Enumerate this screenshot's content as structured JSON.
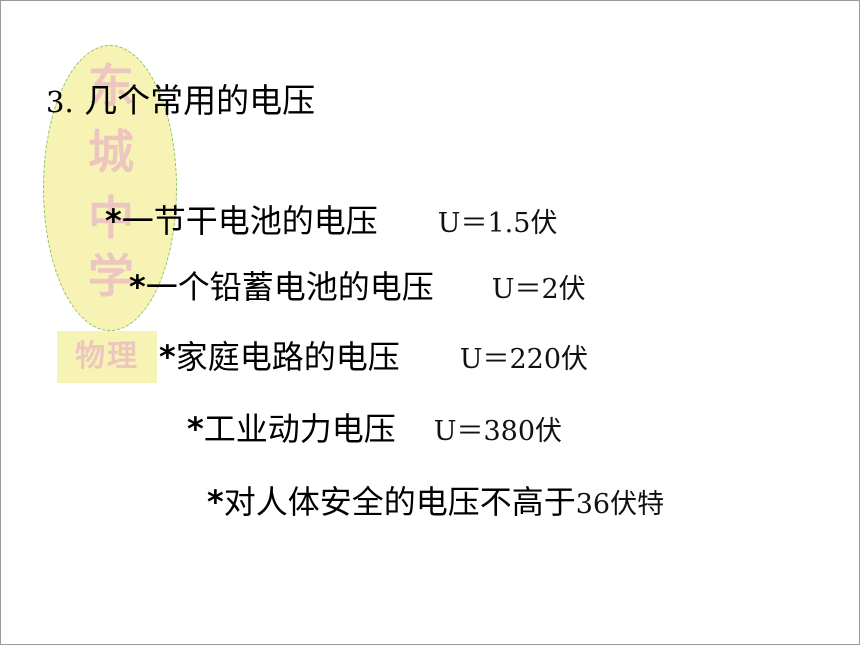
{
  "watermark": {
    "chars": [
      "东",
      "城",
      "中",
      "学"
    ],
    "subject": "物理"
  },
  "title": {
    "number": "3.",
    "text": "几个常用的电压"
  },
  "items": [
    {
      "star": "*",
      "label": "一节干电池的电压",
      "value": "U＝1.5伏"
    },
    {
      "star": "*",
      "label": "一个铅蓄电池的电压",
      "value": "U＝2伏"
    },
    {
      "star": "*",
      "label": "家庭电路的电压",
      "value": "U＝220伏"
    },
    {
      "star": "*",
      "label": "工业动力电压",
      "value": "U＝380伏"
    },
    {
      "star": "*",
      "label": "对人体安全的电压不高于",
      "value": "36伏特"
    }
  ]
}
